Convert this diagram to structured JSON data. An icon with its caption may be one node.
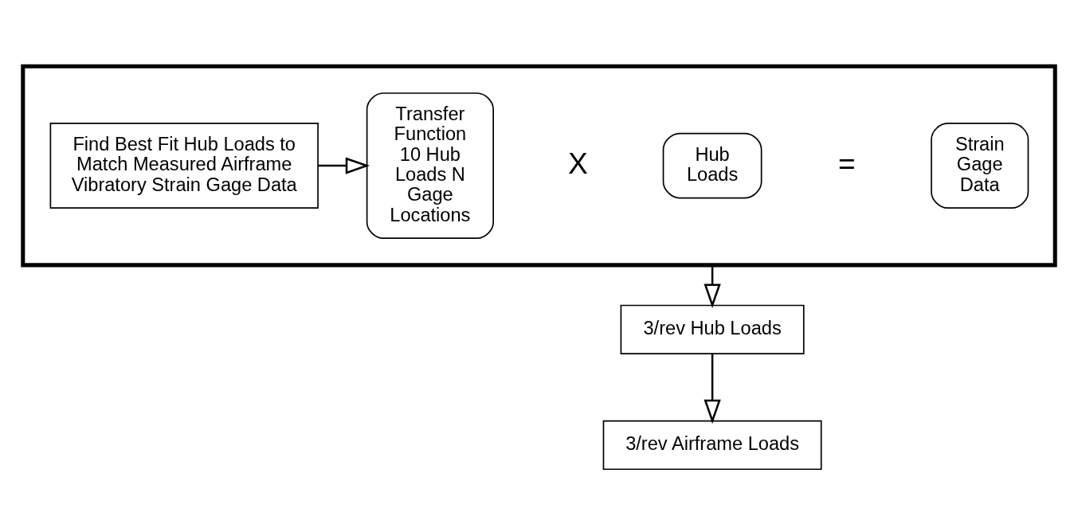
{
  "diagram": {
    "nodes": [
      {
        "text": [],
        "shape": "box"
      },
      {
        "text": [
          "Find Best Fit Hub Loads to Match Measured Airframe Vibratory Strain Gage Data"
        ],
        "in": 0
      },
      {
        "text": [
          "Transfer Function 10 Hub Loads N Gage Locations"
        ],
        "in": 0
      },
      {
        "text": [
          "Hub Loads"
        ],
        "in": 0
      },
      {
        "text": [
          "Strain Gage Data"
        ],
        "in": 0
      },
      {
        "text": [
          "3/rev Hub Loads"
        ]
      },
      {
        "text": [
          "3/rev Airframe Loads"
        ]
      }
    ],
    "edges": [
      {
        "from": 1,
        "to": 2,
        "arrow": "to"
      },
      {
        "from": 0,
        "to": 5,
        "arrow": "to"
      },
      {
        "from": 5,
        "to": 6,
        "arrow": "to"
      }
    ],
    "labels": [
      "X",
      "="
    ]
  }
}
